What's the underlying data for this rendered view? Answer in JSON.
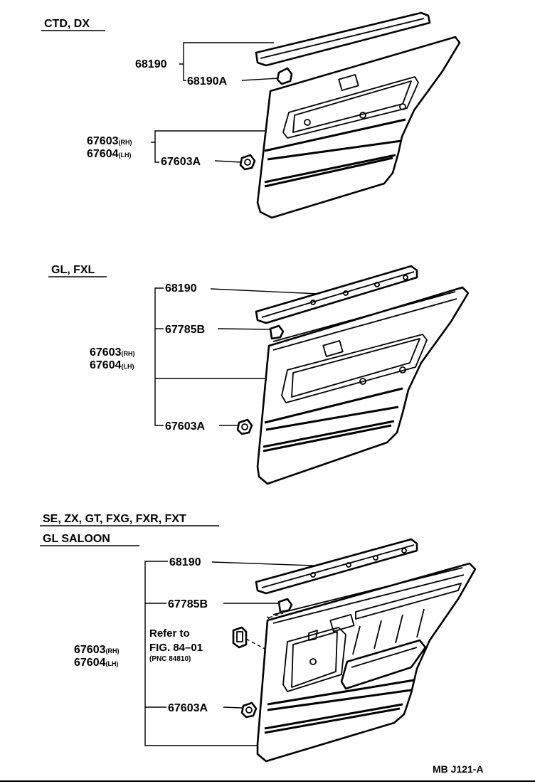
{
  "sections": [
    {
      "labels": [
        "CTD, DX"
      ],
      "parts": [
        {
          "pnc": "68190"
        },
        {
          "pnc": "68190A"
        },
        {
          "pnc": "67603",
          "suffix": "(RH)"
        },
        {
          "pnc": "67604",
          "suffix": "(LH)"
        },
        {
          "pnc": "67603A"
        }
      ]
    },
    {
      "labels": [
        "GL, FXL"
      ],
      "parts": [
        {
          "pnc": "68190"
        },
        {
          "pnc": "67785B"
        },
        {
          "pnc": "67603",
          "suffix": "(RH)"
        },
        {
          "pnc": "67604",
          "suffix": "(LH)"
        },
        {
          "pnc": "67603A"
        }
      ]
    },
    {
      "labels": [
        "SE, ZX, GT, FXG, FXR, FXT",
        "GL SALOON"
      ],
      "parts": [
        {
          "pnc": "68190"
        },
        {
          "pnc": "67785B"
        },
        {
          "pnc": "67603",
          "suffix": "(RH)"
        },
        {
          "pnc": "67604",
          "suffix": "(LH)"
        },
        {
          "pnc": "67603A"
        }
      ],
      "reference": {
        "line1": "Refer to",
        "line2": "FIG. 84–01",
        "line3": "(PNC 84810)"
      }
    }
  ],
  "figure_code": "MB J121-A"
}
